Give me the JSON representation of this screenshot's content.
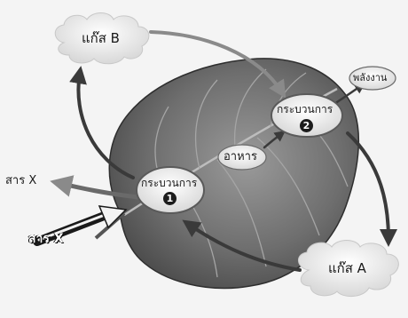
{
  "labels": {
    "gas_b": "แก๊ส B",
    "gas_a": "แก๊ส A",
    "process_1": "กระบวนการ",
    "process_1_number": "1",
    "process_2": "กระบวนการ",
    "process_2_number": "2",
    "food": "อาหาร",
    "energy": "พลังงาน",
    "substance_x_out": "สาร X",
    "substance_x_in": "สาร X"
  }
}
